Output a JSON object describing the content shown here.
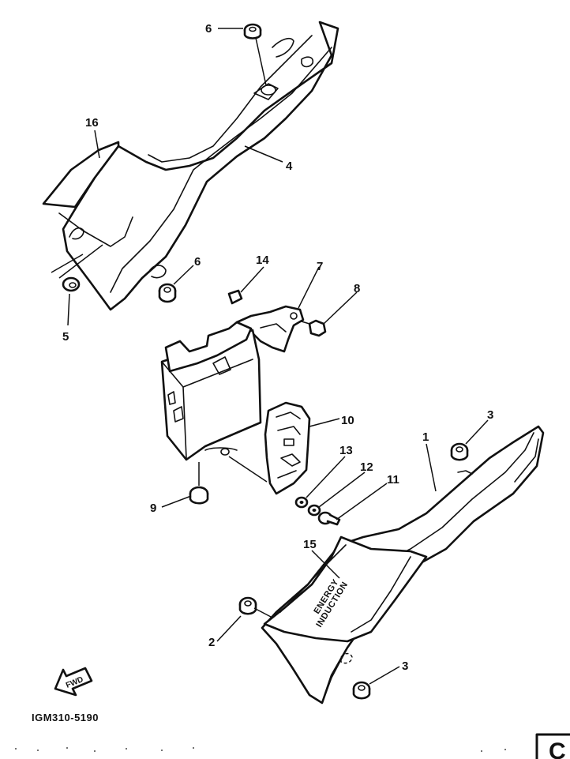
{
  "diagram": {
    "part_numbers": {
      "p1": "1",
      "p2": "2",
      "p3a": "3",
      "p3b": "3",
      "p4": "4",
      "p5": "5",
      "p6a": "6",
      "p6b": "6",
      "p7": "7",
      "p8": "8",
      "p9": "9",
      "p10": "10",
      "p11": "11",
      "p12": "12",
      "p13": "13",
      "p14": "14",
      "p15": "15",
      "p16": "16"
    },
    "decal_line1": "ENERGY",
    "decal_line2": "INDUCTION",
    "fwd_label": "FWD",
    "drawing_code": "IGM310-5190",
    "corner_label": "C"
  }
}
